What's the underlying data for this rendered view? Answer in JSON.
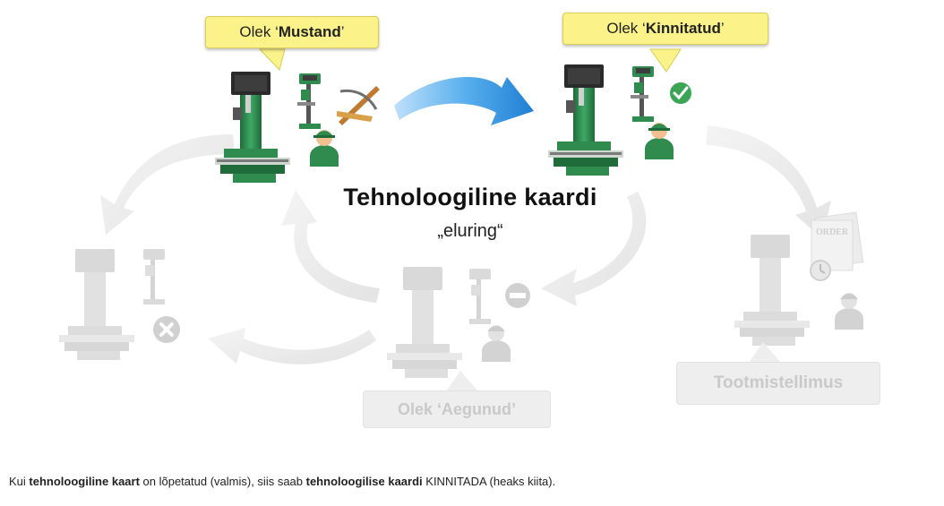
{
  "diagram": {
    "title": "Tehnoloogiline kaardi",
    "subtitle": "„eluring“",
    "states": {
      "draft": {
        "prefix": "Olek ‘",
        "name": "Mustand",
        "suffix": "’"
      },
      "approved": {
        "prefix": "Olek ‘",
        "name": "Kinnitatud",
        "suffix": "’"
      },
      "obsolete": {
        "label": "Olek ‘Aegunud’"
      }
    },
    "production_order_label": "Tootmistellimus",
    "order_sheet_text": "ORDER",
    "colors": {
      "bubble": "#fbf38a",
      "arrow_active": "#2b8fe0",
      "machine_green": "#2f8c4e",
      "faded": "#e6e6e6"
    }
  },
  "caption": {
    "part1": "Kui ",
    "bold1": "tehnoloogiline kaart",
    "part2": " on lõpetatud (valmis), siis saab ",
    "bold2": "tehnoloogilise kaardi",
    "part3": " KINNITADA (heaks kiita)."
  }
}
